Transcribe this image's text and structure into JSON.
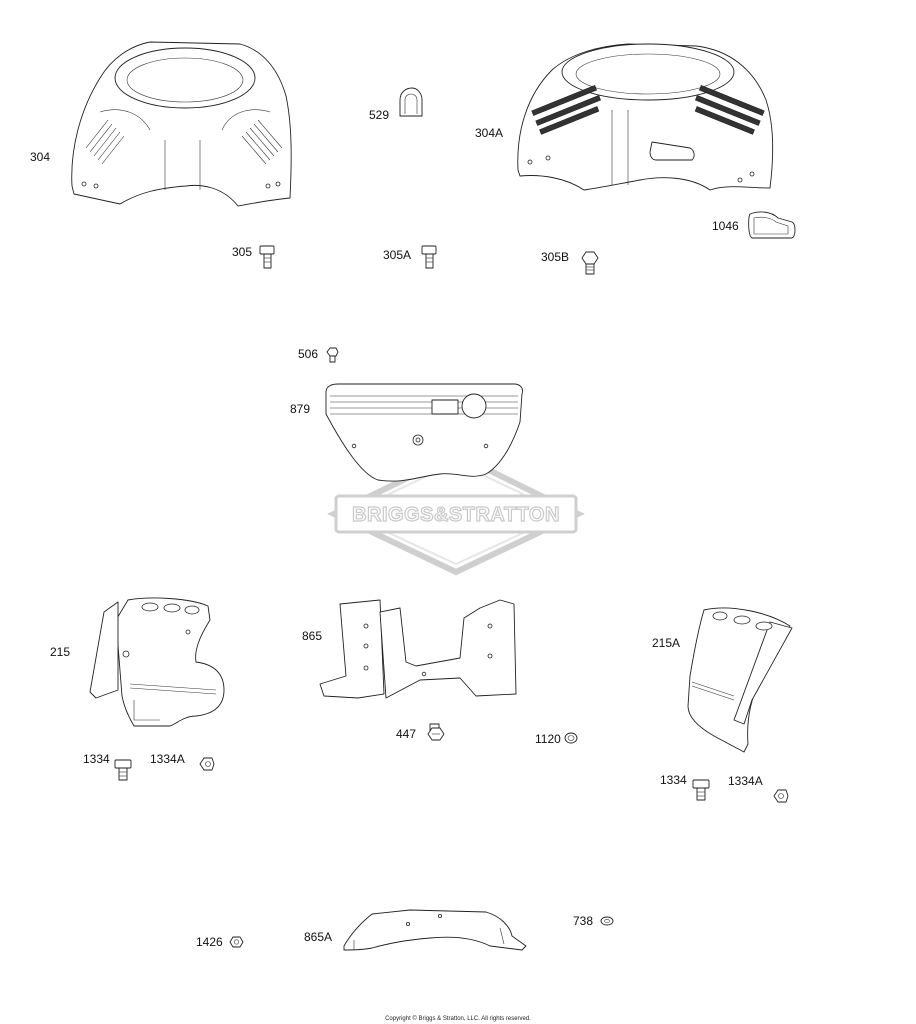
{
  "labels": {
    "p304": "304",
    "p529": "529",
    "p304A": "304A",
    "p1046": "1046",
    "p305": "305",
    "p305A": "305A",
    "p305B": "305B",
    "p506": "506",
    "p879": "879",
    "p215": "215",
    "p865": "865",
    "p215A": "215A",
    "p447": "447",
    "p1120": "1120",
    "p1334_left": "1334",
    "p1334A_left": "1334A",
    "p1334_right": "1334",
    "p1334A_right": "1334A",
    "p738": "738",
    "p1426": "1426",
    "p865A": "865A"
  },
  "watermark": {
    "text": "BRIGGS&STRATTON",
    "color": "#c9c9c9"
  },
  "footer": {
    "copyright": "Copyright © Briggs & Stratton, LLC. All rights reserved."
  }
}
